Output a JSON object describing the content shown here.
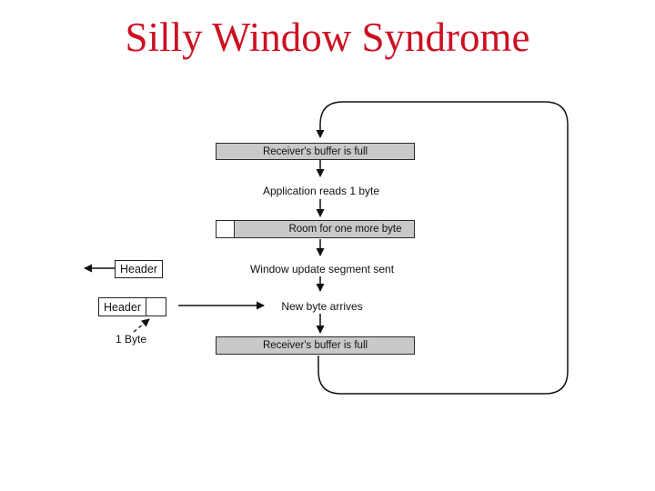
{
  "title": "Silly Window Syndrome",
  "colors": {
    "title-red": "#cc1122",
    "bar-fill": "#c9c9c9",
    "line": "#111111"
  },
  "diagram": {
    "bar_top": "Receiver's buffer is full",
    "bar_middle": "Room for one more byte",
    "bar_bottom": "Receiver's buffer is full",
    "label_app_reads": "Application reads 1 byte",
    "label_window_update": "Window update segment sent",
    "label_new_byte": "New byte arrives",
    "label_one_byte": "1 Byte",
    "header_upper": "Header",
    "header_lower": "Header"
  }
}
